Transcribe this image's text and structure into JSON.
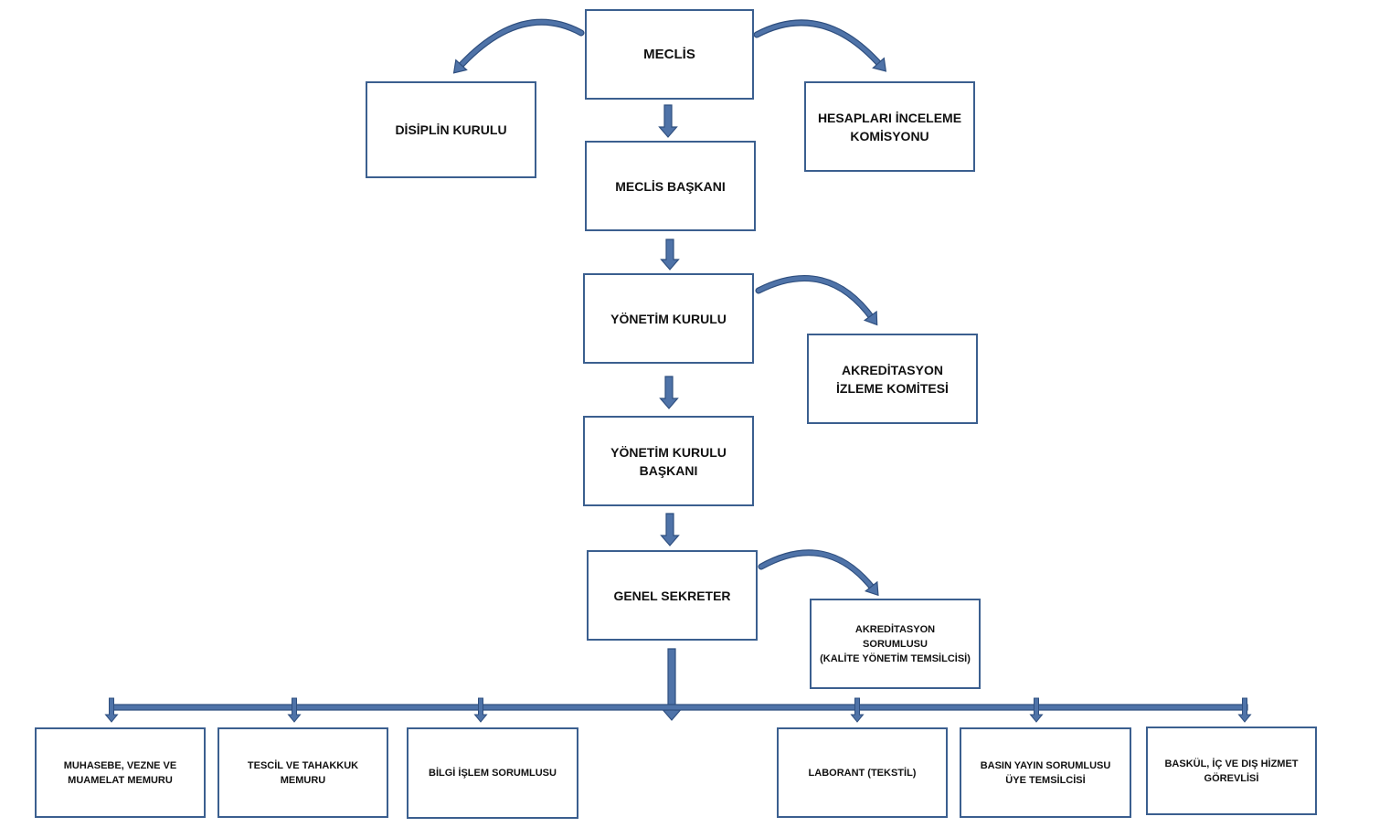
{
  "colors": {
    "arrow": "#4f73a8",
    "arrow_outline": "#2f4f7f",
    "border": "#3b5f8f"
  },
  "boxes": {
    "meclis": [
      "MECLİS"
    ],
    "disiplin": [
      "DİSİPLİN KURULU"
    ],
    "hesaplari": [
      "HESAPLARI İNCELEME",
      "KOMİSYONU"
    ],
    "meclis_baskani": [
      "MECLİS BAŞKANI"
    ],
    "yonetim_kurulu": [
      "YÖNETİM KURULU"
    ],
    "akreditasyon_izleme": [
      "AKREDİTASYON",
      "İZLEME KOMİTESİ"
    ],
    "yk_baskani": [
      "YÖNETİM KURULU",
      "BAŞKANI"
    ],
    "genel_sekreter": [
      "GENEL SEKRETER"
    ],
    "akreditasyon_sorumlusu": [
      "AKREDİTASYON",
      "SORUMLUSU",
      "(KALİTE YÖNETİM TEMSİLCİSİ)"
    ],
    "muhasebe": [
      "MUHASEBE,  VEZNE VE",
      "MUAMELAT  MEMURU"
    ],
    "tescil": [
      "TESCİL  VE TAHAKKUK",
      "MEMURU"
    ],
    "bilgi_islem": [
      "BİLGİ İŞLEM SORUMLUSU"
    ],
    "laborant": [
      "LABORANT (TEKSTİL)"
    ],
    "basin_yayin": [
      "BASIN YAYIN SORUMLUSU",
      "ÜYE TEMSİLCİSİ"
    ],
    "baskul": [
      "BASKÜL,  İÇ VE DIŞ HİZMET",
      "GÖREVLİSİ"
    ]
  }
}
